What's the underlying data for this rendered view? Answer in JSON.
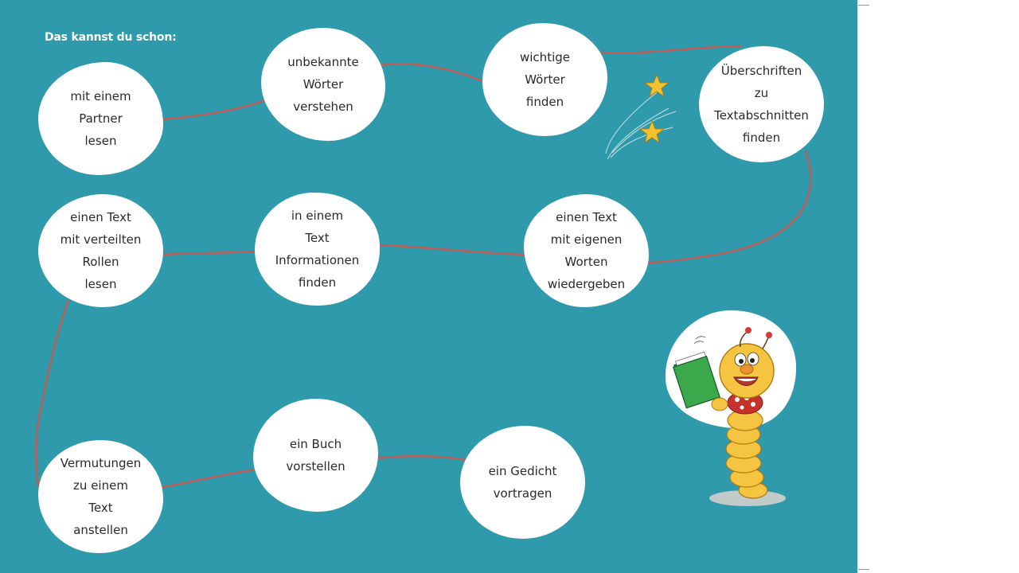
{
  "heading": "Das kannst du schon:",
  "skills": [
    {
      "lines": [
        "mit einem",
        "Partner",
        "lesen"
      ]
    },
    {
      "lines": [
        "unbekannte",
        "Wörter",
        "verstehen"
      ]
    },
    {
      "lines": [
        "wichtige",
        "Wörter",
        "finden"
      ]
    },
    {
      "lines": [
        "Überschriften",
        "zu",
        "Textabschnitten",
        "finden"
      ]
    },
    {
      "lines": [
        "einen Text",
        "mit eigenen",
        "Worten",
        "wiedergeben"
      ]
    },
    {
      "lines": [
        "in einem",
        "Text",
        "Informationen",
        "finden"
      ]
    },
    {
      "lines": [
        "einen Text",
        "mit verteilten",
        "Rollen",
        "lesen"
      ]
    },
    {
      "lines": [
        "Vermutungen",
        "zu einem",
        "Text",
        "anstellen"
      ]
    },
    {
      "lines": [
        "ein Buch",
        "vorstellen"
      ]
    },
    {
      "lines": [
        "ein Gedicht",
        "vortragen"
      ]
    }
  ],
  "colors": {
    "background": "#2e9aab",
    "path": "#c9574f",
    "blob": "#ffffff",
    "heading": "#ffffff",
    "star": "#f2c12e"
  },
  "icons": {
    "mascot": "bookworm-reading-icon",
    "stars": "shooting-stars-icon"
  }
}
